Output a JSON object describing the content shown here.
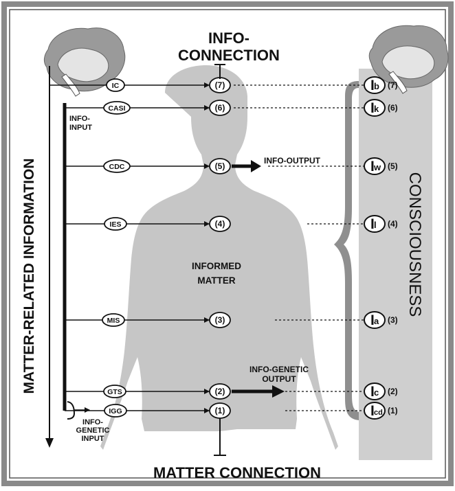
{
  "top_label": [
    "INFO-",
    "CONNECTION"
  ],
  "bottom_label": "MATTER CONNECTION",
  "left_axis_label": "MATTER-RELATED INFORMATION",
  "right_label": "CONSCIOUSNESS",
  "center_label": [
    "INFORMED",
    "MATTER"
  ],
  "info_input_label": [
    "INFO-",
    "INPUT"
  ],
  "info_output_label": "INFO-OUTPUT",
  "info_genetic_output_label": [
    "INFO-GENETIC",
    "OUTPUT"
  ],
  "info_genetic_input_label": [
    "INFO-",
    "GENETIC",
    "INPUT"
  ],
  "systems": [
    {
      "abbr": "IC",
      "level": "(7)",
      "i_base": "I",
      "i_sub": "b",
      "right_num": "(7)"
    },
    {
      "abbr": "CASI",
      "level": "(6)",
      "i_base": "I",
      "i_sub": "k",
      "right_num": "(6)"
    },
    {
      "abbr": "CDC",
      "level": "(5)",
      "i_base": "I",
      "i_sub": "w",
      "right_num": "(5)"
    },
    {
      "abbr": "IES",
      "level": "(4)",
      "i_base": "I",
      "i_sub": "l",
      "right_num": "(4)"
    },
    {
      "abbr": "MIS",
      "level": "(3)",
      "i_base": "I",
      "i_sub": "a",
      "right_num": "(3)"
    },
    {
      "abbr": "GTS",
      "level": "(2)",
      "i_base": "I",
      "i_sub": "c",
      "right_num": "(2)"
    },
    {
      "abbr": "IGG",
      "level": "(1)",
      "i_base": "I",
      "i_sub": "cd",
      "right_num": "(1)"
    }
  ],
  "colors": {
    "frame": "#8a8a8a",
    "silhouette": "#c6c6c6",
    "consciousness_band": "#cfcfcf",
    "brain_outer": "#9a9a9a",
    "brain_inner": "#e4e4e4",
    "stroke": "#111111"
  }
}
